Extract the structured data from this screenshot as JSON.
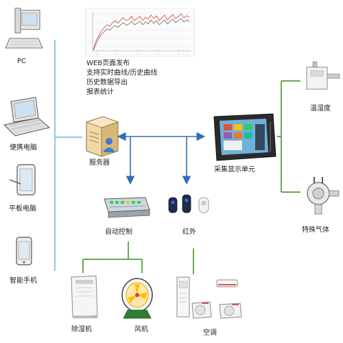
{
  "devices": {
    "pc": "PC",
    "laptop": "便携电脑",
    "tablet": "平板电脑",
    "phone": "智能手机",
    "server": "服务器",
    "collector": "采集显示单元",
    "temp_humidity": "温湿度",
    "special_gas": "特殊气体",
    "auto_control": "自动控制",
    "infrared": "红外",
    "dehumidifier": "除湿机",
    "fan": "风机",
    "air_conditioner": "空调"
  },
  "features": [
    "WEB页面发布",
    "支持实时曲线/历史曲线",
    "历史数据导出",
    "报表统计"
  ],
  "colors": {
    "green_line": "#6aa84f",
    "blue_line": "#2f6db5",
    "light_blue_line": "#8ec9df"
  }
}
